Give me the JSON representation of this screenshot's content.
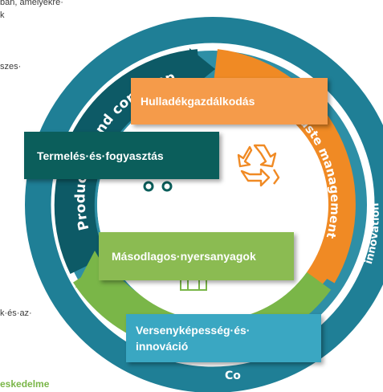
{
  "fragments": {
    "top_line_1": "ban, amelyekre·",
    "top_line_2": "k",
    "left_1": "szes·",
    "left_2": "k·és·az·",
    "bottom_left": "eskedelme"
  },
  "boxes": {
    "waste": "Hulladékgazdálkodás",
    "production": "Termelés·és·fogyasztás",
    "secondary": "Másodlagos·nyersanyagok",
    "competitiveness_line1": "Versenyképesség·és·",
    "competitiveness_line2": "innováció"
  },
  "arc_labels": {
    "production": "Production and consumption",
    "waste": "Waste management",
    "innovation": "innovation",
    "bottom_fragment": "Co"
  },
  "colors": {
    "outer_ring": "#1f7f96",
    "inner_ring": "#2e8fa6",
    "dark_teal": "#0d5a66",
    "orange": "#f08a24",
    "green": "#7ab648",
    "box_orange": "#f59b4a",
    "box_teal": "#0b5e5b",
    "box_green": "#8bbb52",
    "box_light_blue": "#3aa7c2",
    "recycle_icon": "#f08a24"
  },
  "icons": [
    "recycle-icon",
    "cart-wheels-icon",
    "pallet-icon"
  ]
}
